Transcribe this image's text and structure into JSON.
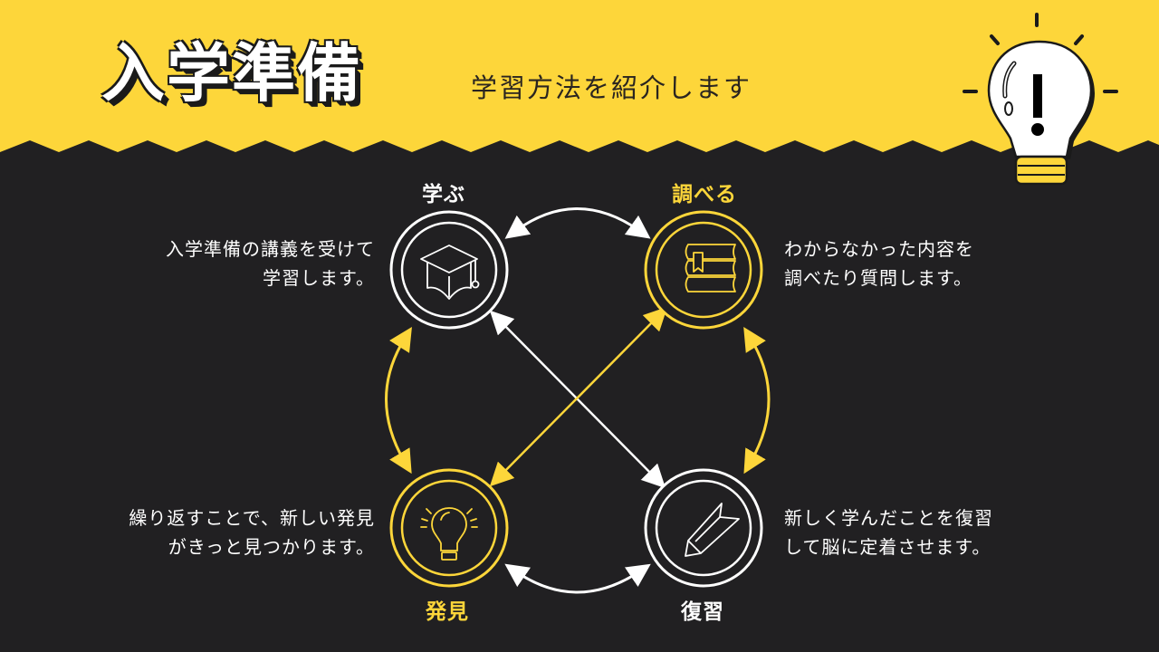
{
  "header": {
    "title": "入学準備",
    "subtitle": "学習方法を紹介します",
    "icon": "lightbulb-exclamation-icon"
  },
  "colors": {
    "yellow": "#fdd63a",
    "dark": "#212022",
    "white": "#ffffff"
  },
  "steps": [
    {
      "label": "学ぶ",
      "icon": "graduation-cap-icon",
      "color": "#ffffff",
      "desc": [
        "入学準備の講義を受けて",
        "学習します。"
      ]
    },
    {
      "label": "調べる",
      "icon": "books-icon",
      "color": "#fdd63a",
      "desc": [
        "わからなかった内容を",
        "調べたり質問します。"
      ]
    },
    {
      "label": "発見",
      "icon": "lightbulb-icon",
      "color": "#fdd63a",
      "desc": [
        "繰り返すことで、新しい発見",
        "がきっと見つかります。"
      ]
    },
    {
      "label": "復習",
      "icon": "pencil-icon",
      "color": "#ffffff",
      "desc": [
        "新しく学んだことを復習",
        "して脳に定着させます。"
      ]
    }
  ]
}
